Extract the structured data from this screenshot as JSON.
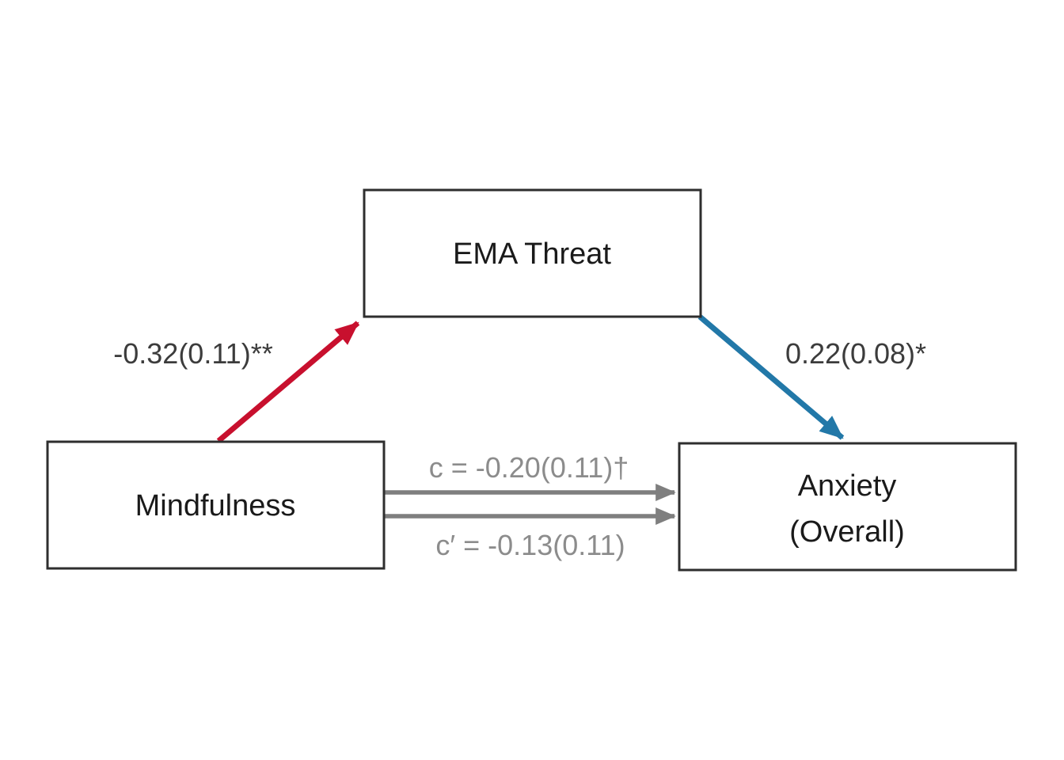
{
  "figure": {
    "type": "mediation-path-diagram",
    "background": "#ffffff",
    "box_border_color": "#2e2e2e",
    "box_label_color": "#1a1a1a",
    "boxes": {
      "mediator": {
        "label": "EMA Threat"
      },
      "predictor": {
        "label": "Mindfulness"
      },
      "outcome": {
        "label": "Anxiety",
        "label2": "(Overall)"
      }
    },
    "paths": {
      "a": {
        "label": "-0.32(0.11)**",
        "color": "#c8102e",
        "label_color": "#3c3c3c",
        "from": "predictor",
        "to": "mediator"
      },
      "b": {
        "label": "0.22(0.08)*",
        "color": "#2278a8",
        "label_color": "#3c3c3c",
        "from": "mediator",
        "to": "outcome"
      },
      "c": {
        "label": "c = -0.20(0.11)†",
        "color": "#7f7f7f",
        "label_color": "#8c8c8c",
        "from": "predictor",
        "to": "outcome"
      },
      "c_prime": {
        "label": "c′ = -0.13(0.11)",
        "color": "#7f7f7f",
        "label_color": "#8c8c8c",
        "from": "predictor",
        "to": "outcome"
      }
    }
  }
}
